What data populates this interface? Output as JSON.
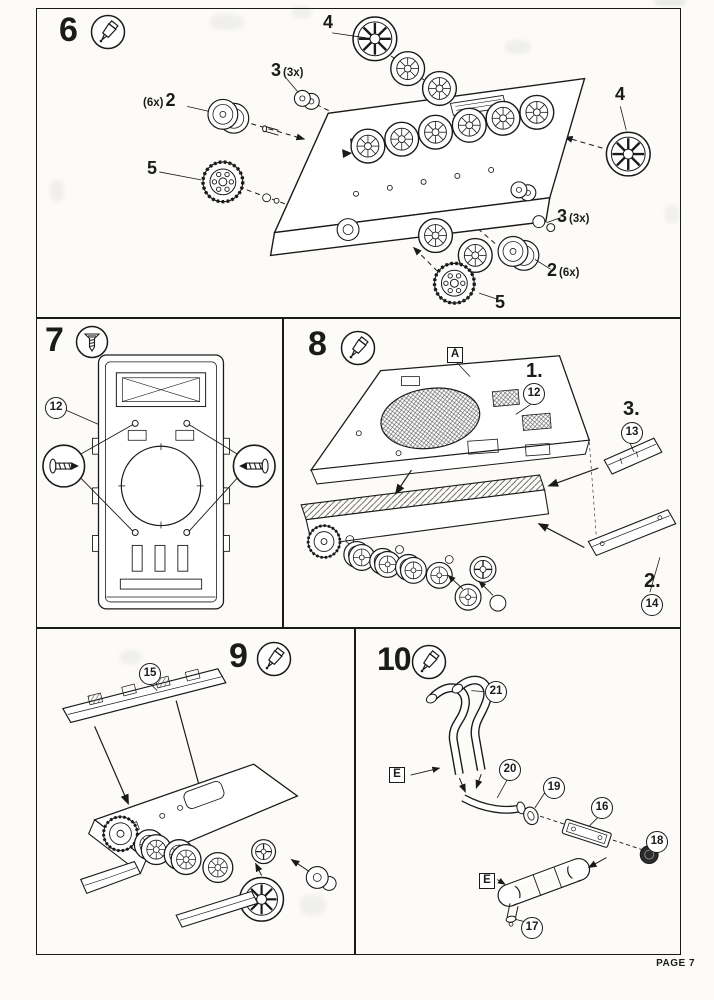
{
  "page": {
    "footer": "PAGE 7"
  },
  "icons": {
    "step6": "glue-cement-icon",
    "step7": "screw-icon",
    "step8": "glue-cement-icon",
    "step9": "glue-cement-icon",
    "step10": "glue-cement-icon"
  },
  "step6": {
    "num": "6",
    "part4_top": "4",
    "part3_top": "3",
    "part3_top_qty": "(3x)",
    "part2_left_qty": "(6x)",
    "part2_left": "2",
    "part5_left": "5",
    "part4_right": "4",
    "part3_right": "3",
    "part3_right_qty": "(3x)",
    "part2_right": "2",
    "part2_right_qty": "(6x)",
    "part5_bottom": "5"
  },
  "step7": {
    "num": "7",
    "part12": "12"
  },
  "step8": {
    "num": "8",
    "zone_a": "A",
    "order1": "1.",
    "part12": "12",
    "order3": "3.",
    "part13": "13",
    "order2": "2.",
    "part14": "14"
  },
  "step9": {
    "num": "9",
    "part15": "15"
  },
  "step10": {
    "num": "10",
    "part21": "21",
    "zone_e1": "E",
    "part20": "20",
    "part19": "19",
    "part16": "16",
    "part18": "18",
    "zone_e2": "E",
    "part17": "17"
  }
}
